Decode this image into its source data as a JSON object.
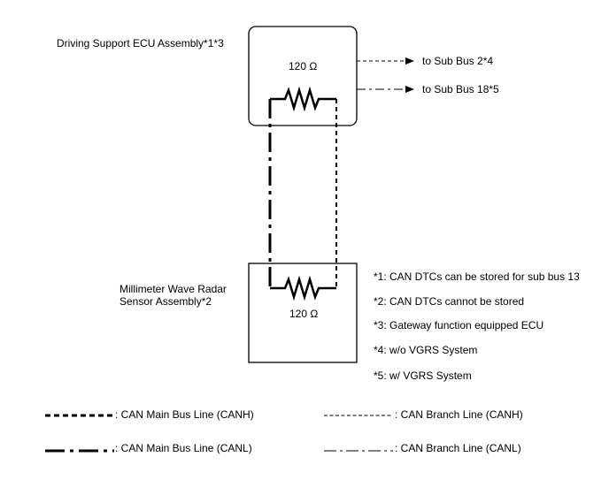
{
  "ecu_label": "Driving Support ECU Assembly*1*3",
  "sensor_label_line1": "Millimeter Wave Radar",
  "sensor_label_line2": "Sensor Assembly*2",
  "resistor_top": "120 Ω",
  "resistor_bottom": "120 Ω",
  "sub_bus_1": "to Sub Bus 2*4",
  "sub_bus_2": "to Sub Bus 18*5",
  "notes": [
    "*1: CAN DTCs can be stored for sub bus 13",
    "*2: CAN DTCs cannot be stored",
    "*3: Gateway function equipped ECU",
    "*4: w/o VGRS System",
    "*5: w/ VGRS System"
  ],
  "legend": {
    "main_canh": ": CAN Main Bus Line (CANH)",
    "main_canl": ": CAN Main Bus Line (CANL)",
    "branch_canh": ": CAN Branch Line (CANH)",
    "branch_canl": ": CAN Branch Line (CANL)"
  }
}
